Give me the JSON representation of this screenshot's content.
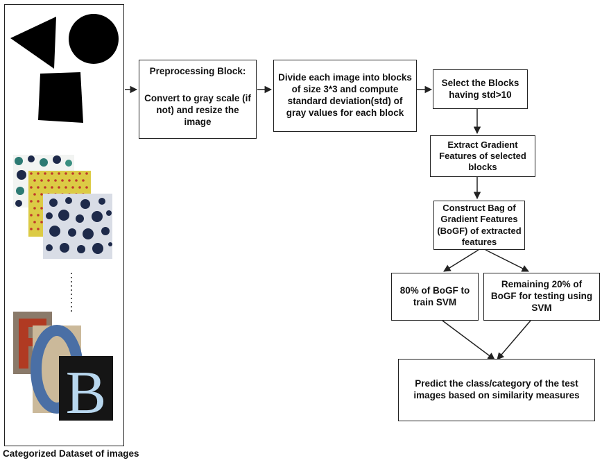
{
  "dataset": {
    "caption": "Categorized Dataset of images",
    "ellipsis": "......"
  },
  "boxes": {
    "preprocess": {
      "title": "Preprocessing Block:",
      "body": "Convert to gray scale (if not)  and resize the image"
    },
    "divide": "Divide each image into blocks of size 3*3 and compute standard deviation(std) of gray values for each block",
    "select": "Select the Blocks having std>10",
    "extract": "Extract Gradient Features of selected blocks",
    "construct": "Construct Bag of Gradient Features (BoGF) of extracted features",
    "train": "80% of BoGF to train SVM",
    "test": "Remaining 20% of BoGF for testing using SVM",
    "predict": "Predict the class/category of the test images based on similarity measures"
  },
  "colors": {
    "stroke": "#222222",
    "shape_fill": "#000000",
    "dots_navy": "#1e2a4a",
    "yellow_bg": "#dccb45",
    "red_dot": "#c0392b",
    "letter_F": "#b03a22",
    "letter_O": "#4a6fa5",
    "letter_B_bg": "#151515",
    "letter_B": "#b8d7ee"
  }
}
